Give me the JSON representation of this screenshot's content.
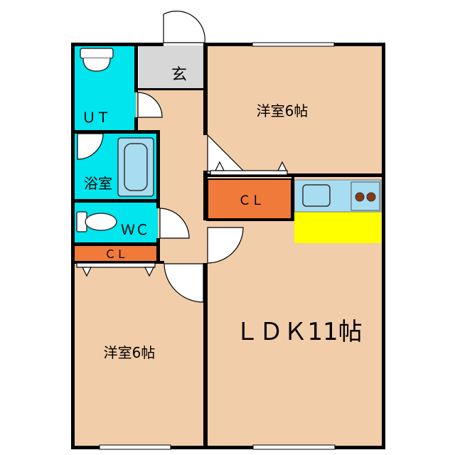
{
  "rooms": {
    "entrance": "玄",
    "unit_bath": "ＵＴ",
    "bathroom": "浴室",
    "toilet": "ＷＣ",
    "closet_left": "ＣＬ",
    "bedroom_top": "洋室6帖",
    "closet_center": "ＣＬ",
    "ldk": "ＬＤＫ11帖",
    "bedroom_bottom": "洋室6帖"
  },
  "colors": {
    "room_fill": "#f2cda9",
    "wet_area": "#00e5ee",
    "closet": "#f07a3a",
    "entrance": "#d7d7d7",
    "counter": "#ffff00",
    "kitchen": "#a8dcf0",
    "wall": "#000000"
  }
}
